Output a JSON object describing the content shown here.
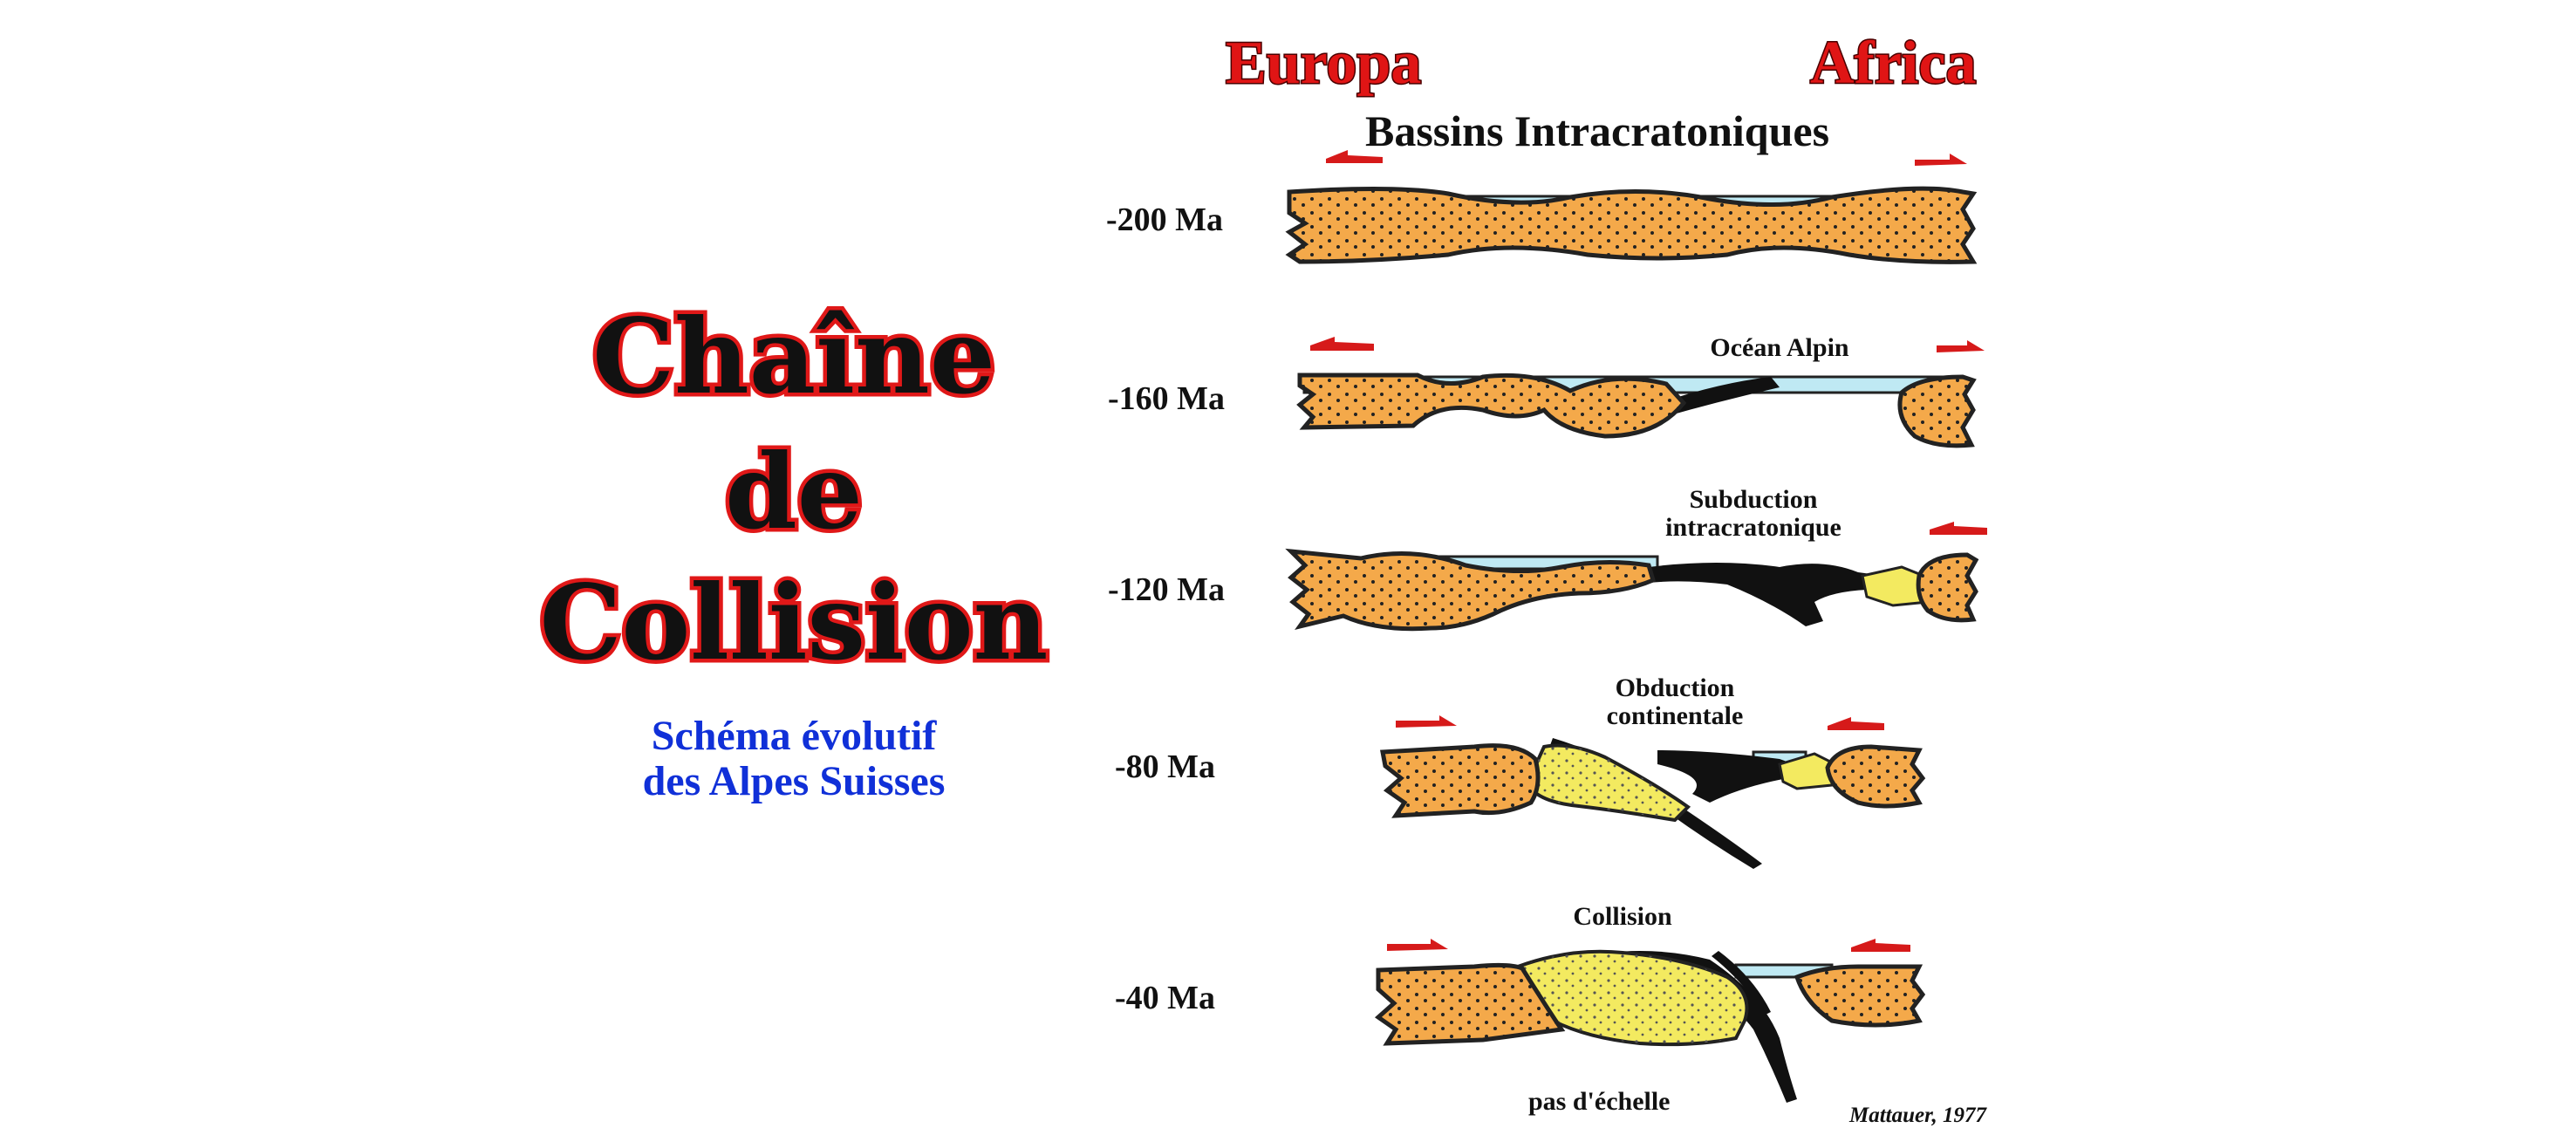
{
  "title": {
    "line1": "Chaîne",
    "line2": "de",
    "line3": "Collision"
  },
  "subtitle": {
    "line1": "Schéma évolutif",
    "line2": "des Alpes Suisses"
  },
  "regions": {
    "left": "Europa",
    "right": "Africa"
  },
  "stages": [
    {
      "age": "-200 Ma",
      "label": "Bassins Intracratoniques"
    },
    {
      "age": "-160 Ma",
      "label": "Océan Alpin"
    },
    {
      "age": "-120 Ma",
      "label_line1": "Subduction",
      "label_line2": "intracratonique"
    },
    {
      "age": "-80 Ma",
      "label_line1": "Obduction",
      "label_line2": "continentale"
    },
    {
      "age": "-40 Ma",
      "label": "Collision"
    }
  ],
  "scale_note": "pas d'échelle",
  "credit": "Mattauer, 1977",
  "colors": {
    "crust": "#f4a94a",
    "ophiolite": "#f3ea60",
    "ocean": "#bfe9f3",
    "slab": "#111111",
    "arrow": "#d61a1a",
    "title_stroke": "#e01818",
    "subtitle": "#1030d8"
  }
}
